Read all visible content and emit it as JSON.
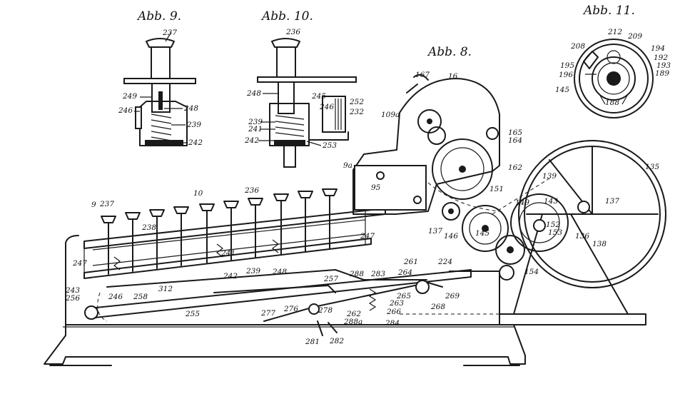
{
  "figures": {
    "fig9": "Abb. 9.",
    "fig10": "Abb. 10.",
    "fig8": "Abb. 8.",
    "fig11": "Abb. 11."
  },
  "fig9_labels": [
    "237",
    "249",
    "248",
    "246",
    "239",
    "242"
  ],
  "fig10_labels": [
    "236",
    "248",
    "245",
    "252",
    "246",
    "232",
    "239",
    "241",
    "242",
    "253"
  ],
  "fig11_labels": [
    "212",
    "209",
    "208",
    "194",
    "192",
    "195",
    "193",
    "189",
    "196",
    "145",
    "188"
  ],
  "fig8_labels": [
    "167",
    "16",
    "109a",
    "165",
    "164",
    "162",
    "9a",
    "95",
    "135",
    "139",
    "143",
    "137",
    "149",
    "152",
    "153",
    "136",
    "138",
    "145",
    "146",
    "137",
    "154",
    "151",
    "9",
    "237",
    "236",
    "10",
    "238",
    "247",
    "241",
    "239",
    "248",
    "242",
    "257",
    "247",
    "243",
    "256",
    "246",
    "258",
    "312",
    "255",
    "261",
    "288",
    "283",
    "224",
    "264",
    "265",
    "263",
    "269",
    "268",
    "277",
    "276",
    "278",
    "262",
    "288a",
    "266",
    "284",
    "281",
    "282"
  ]
}
